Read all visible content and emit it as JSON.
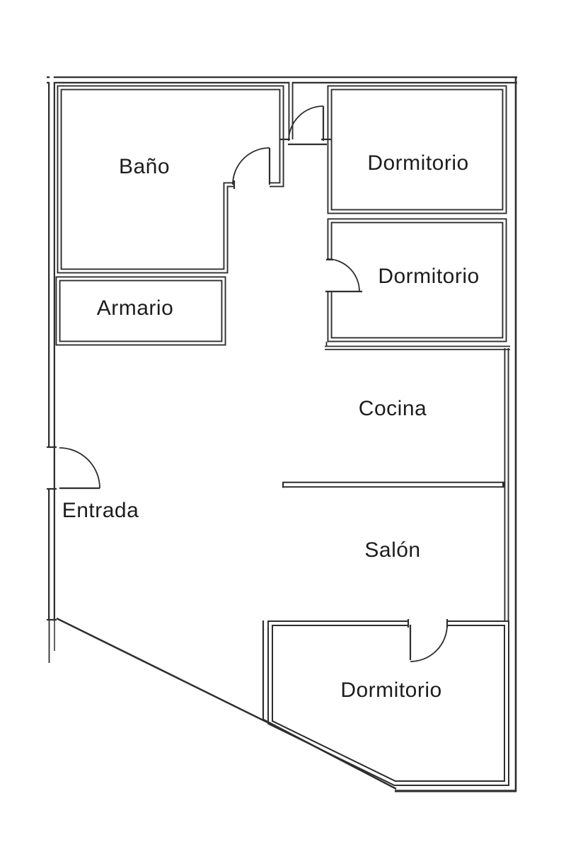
{
  "document": {
    "type": "floor-plan",
    "background": "#ffffff",
    "wall_color": "#2e2e2e",
    "text_color": "#1d1d1d"
  },
  "rooms": [
    {
      "id": "bano",
      "label": "Baño"
    },
    {
      "id": "dormitorio-1",
      "label": "Dormitorio"
    },
    {
      "id": "dormitorio-2",
      "label": "Dormitorio"
    },
    {
      "id": "armario",
      "label": "Armario"
    },
    {
      "id": "cocina",
      "label": "Cocina"
    },
    {
      "id": "entrada",
      "label": "Entrada"
    },
    {
      "id": "salon",
      "label": "Salón"
    },
    {
      "id": "dormitorio-3",
      "label": "Dormitorio"
    }
  ],
  "doors": [
    {
      "id": "entrada-door",
      "swing": "quarter-circle"
    },
    {
      "id": "bano-door",
      "swing": "quarter-circle"
    },
    {
      "id": "dormitorio-1-door",
      "swing": "quarter-circle"
    },
    {
      "id": "dormitorio-2-door",
      "swing": "quarter-circle"
    },
    {
      "id": "dormitorio-3-door",
      "swing": "quarter-circle"
    }
  ]
}
